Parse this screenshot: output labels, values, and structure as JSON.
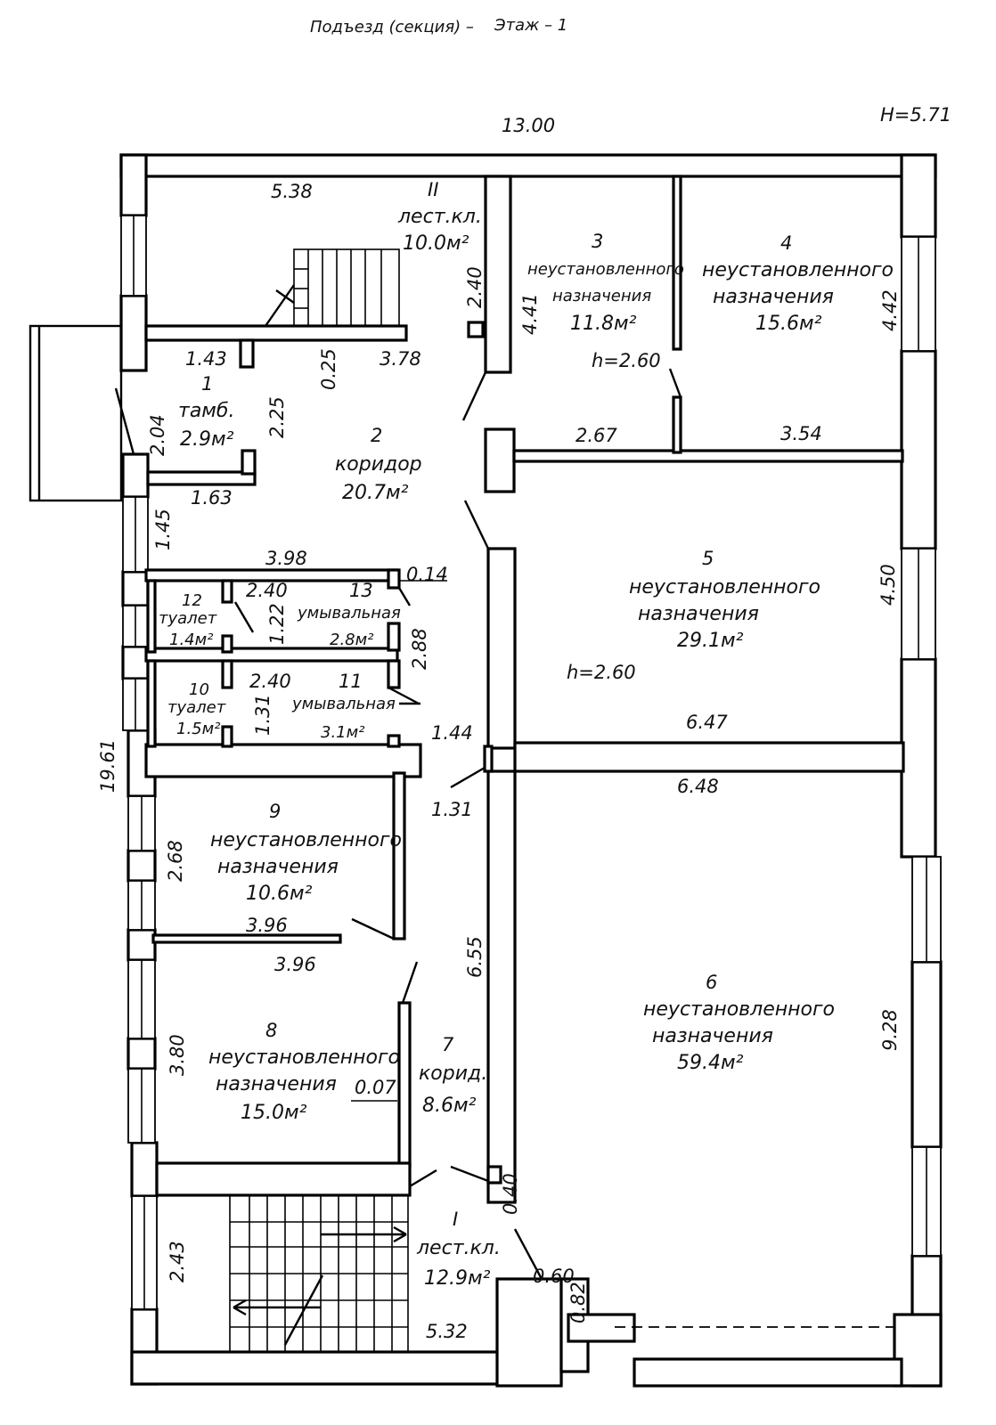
{
  "header": {
    "entrance": "Подъезд (секция) –",
    "floor": "Этаж – 1",
    "height": "H=5.71",
    "width": "13.00",
    "length": "19.61"
  },
  "rooms": [
    {
      "num": "1",
      "name": "тамб.",
      "area": "2.9м²"
    },
    {
      "num": "2",
      "name": "коридор",
      "area": "20.7м²"
    },
    {
      "num": "3",
      "name1": "неустановленного",
      "name2": "назначения",
      "area": "11.8м²"
    },
    {
      "num": "4",
      "name1": "неустановленного",
      "name2": "назначения",
      "area": "15.6м²"
    },
    {
      "num": "5",
      "name1": "неустановленного",
      "name2": "назначения",
      "area": "29.1м²"
    },
    {
      "num": "6",
      "name1": "неустановленного",
      "name2": "назначения",
      "area": "59.4м²"
    },
    {
      "num": "7",
      "name": "корид.",
      "area": "8.6м²"
    },
    {
      "num": "8",
      "name1": "неустановленного",
      "name2": "назначения",
      "area": "15.0м²"
    },
    {
      "num": "9",
      "name1": "неустановленного",
      "name2": "назначения",
      "area": "10.6м²"
    },
    {
      "num": "10",
      "name": "туалет",
      "area": "1.5м²"
    },
    {
      "num": "11",
      "name": "умывальная",
      "area": "3.1м²"
    },
    {
      "num": "12",
      "name": "туалет",
      "area": "1.4м²"
    },
    {
      "num": "13",
      "name": "умывальная",
      "area": "2.8м²"
    },
    {
      "num": "I",
      "name": "лест.кл.",
      "area": "12.9м²"
    },
    {
      "num": "II",
      "name": "лест.кл.",
      "area": "10.0м²"
    }
  ],
  "heights": {
    "room3": "h=2.60",
    "room5": "h=2.60"
  },
  "dims": {
    "d538": "5.38",
    "d240a": "2.40",
    "d441": "4.41",
    "d442": "4.42",
    "d143": "1.43",
    "d025": "0.25",
    "d378": "3.78",
    "d204": "2.04",
    "d225": "2.25",
    "d163": "1.63",
    "d267": "2.67",
    "d354": "3.54",
    "d145": "1.45",
    "d398": "3.98",
    "d014": "0.14",
    "d240b": "2.40",
    "d122": "1.22",
    "d288": "2.88",
    "d450": "4.50",
    "d240c": "2.40",
    "d131a": "1.31",
    "d144": "1.44",
    "d647": "6.47",
    "d648": "6.48",
    "d131b": "1.31",
    "d268": "2.68",
    "d396a": "3.96",
    "d396b": "3.96",
    "d655": "6.55",
    "d928": "9.28",
    "d380": "3.80",
    "d007": "0.07",
    "d040": "0.40",
    "d243": "2.43",
    "d060": "0.60",
    "d082": "0.82",
    "d532": "5.32"
  }
}
